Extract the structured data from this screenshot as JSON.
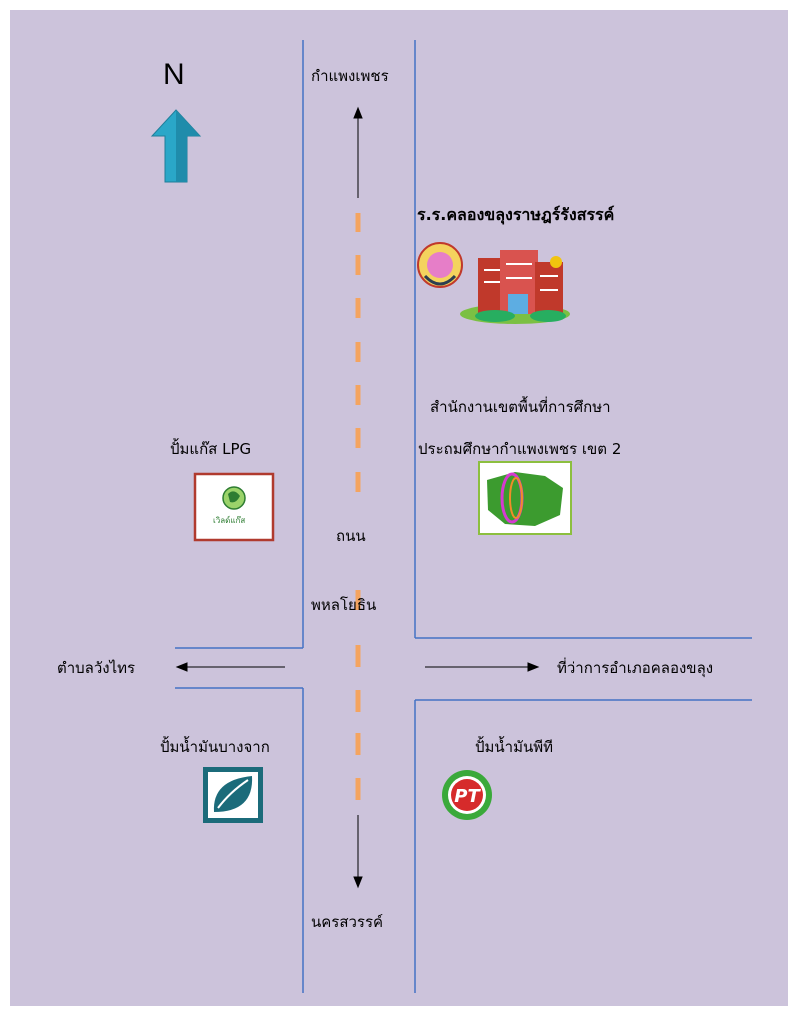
{
  "compass": {
    "label": "N"
  },
  "roads": {
    "north_dest": "กำแพงเพชร",
    "south_dest": "นครสวรรค์",
    "west_dest": "ตำบลวังไทร",
    "east_dest": "ที่ว่าการอำเภอคลองขลุง",
    "main_road_line1": "ถนน",
    "main_road_line2": "พหลโยธิน"
  },
  "places": {
    "school": "ร.ร.คลองขลุงราษฎร์รังสรรค์",
    "office_line1": "สำนักงานเขตพื้นที่การศึกษา",
    "office_line2": "ประถมศึกษากำแพงเพชร เขต 2",
    "lpg_station": "ปั้มแก๊ส LPG",
    "lpg_logo_text": "เวิลด์แก๊ส",
    "bangchak_station": "ปั้มน้ำมันบางจาก",
    "pt_station": "ปั้มน้ำมันพีที"
  },
  "colors": {
    "background": "#ccc3db",
    "road_line": "#4472c4",
    "center_dash": "#f4a460",
    "arrow_blue": "#2aa7c8"
  }
}
